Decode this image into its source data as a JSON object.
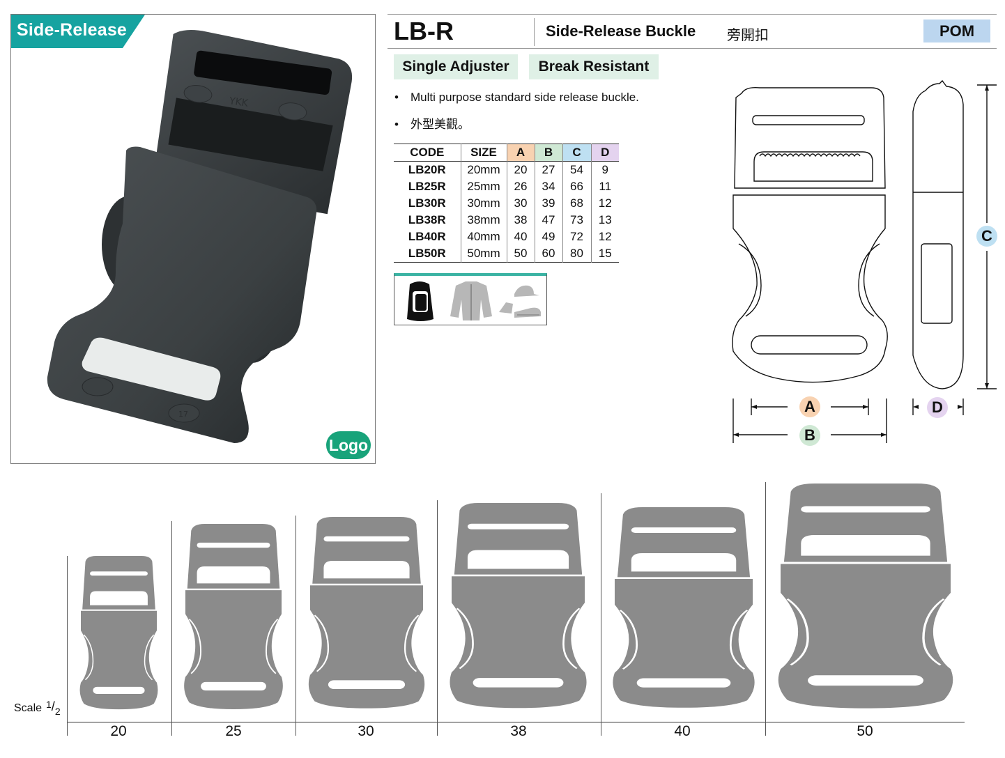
{
  "photo": {
    "category": "Side-Release",
    "logo_badge": "Logo",
    "photo_marks": [
      "YKK",
      "17"
    ]
  },
  "header": {
    "model": "LB-R",
    "name": "Side-Release Buckle",
    "name_cn": "旁開扣",
    "material": "POM"
  },
  "features": [
    "Single Adjuster",
    "Break Resistant"
  ],
  "bullets": [
    "Multi purpose standard side release buckle.",
    "外型美觀。"
  ],
  "table": {
    "headers": [
      "CODE",
      "SIZE",
      "A",
      "B",
      "C",
      "D"
    ],
    "rows": [
      [
        "LB20R",
        "20mm",
        "20",
        "27",
        "54",
        "9"
      ],
      [
        "LB25R",
        "25mm",
        "26",
        "34",
        "66",
        "11"
      ],
      [
        "LB30R",
        "30mm",
        "30",
        "39",
        "68",
        "12"
      ],
      [
        "LB38R",
        "38mm",
        "38",
        "47",
        "73",
        "13"
      ],
      [
        "LB40R",
        "40mm",
        "40",
        "49",
        "72",
        "12"
      ],
      [
        "LB50R",
        "50mm",
        "50",
        "60",
        "80",
        "15"
      ]
    ]
  },
  "usage_icons": [
    "backpack-icon",
    "jacket-icon",
    "cap-glove-shoe-icon"
  ],
  "dimensions": {
    "a": "A",
    "b": "B",
    "c": "C",
    "d": "D"
  },
  "scale": {
    "label": "Scale",
    "num": "1",
    "den": "2",
    "sizes": [
      "20",
      "25",
      "30",
      "38",
      "40",
      "50"
    ]
  },
  "colors": {
    "category_tag": "#16a3a0",
    "logo_badge": "#18a37a",
    "material_badge": "#bcd6ef",
    "feature_tag": "#dff0e6",
    "col_a": "#f8d2b1",
    "col_b": "#cfe8d4",
    "col_c": "#bee0f2",
    "col_d": "#e4d3ef",
    "silhouette": "#8b8b8b"
  }
}
